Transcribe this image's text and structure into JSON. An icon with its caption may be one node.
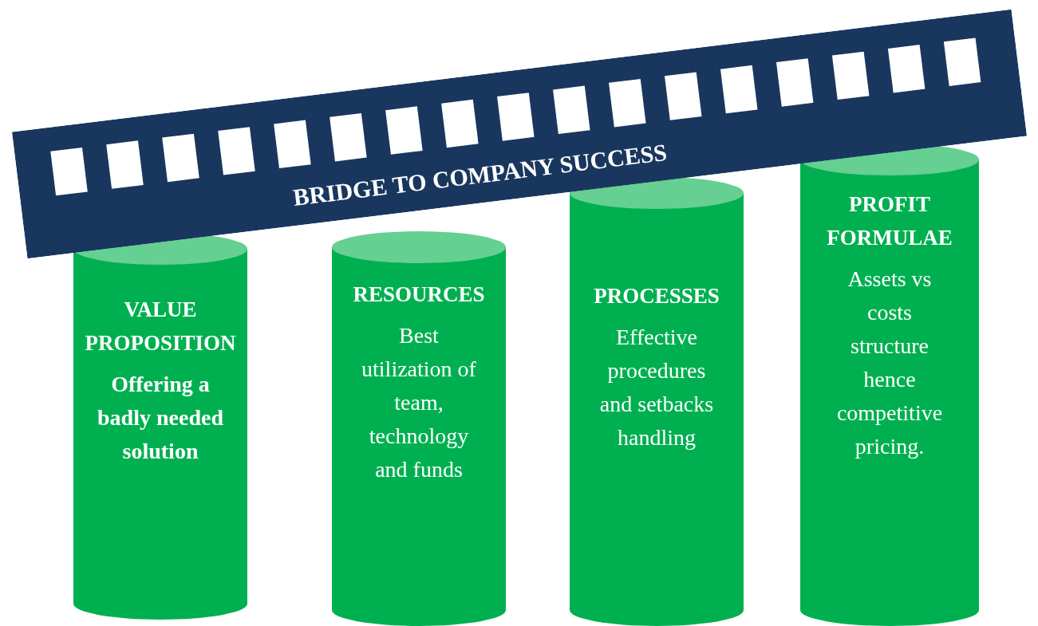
{
  "diagram": {
    "nodes": [
      {
        "text": [
          "BRIDGE TO COMPANY SUCCESS"
        ]
      },
      {
        "text": [
          "VALUE PROPOSITION",
          "Offering a badly needed solution"
        ]
      },
      {
        "text": [
          "RESOURCES",
          "Best utilization of team, technology and funds"
        ]
      },
      {
        "text": [
          "PROCESSES",
          "Effective procedures and setbacks handling"
        ]
      },
      {
        "text": [
          "PROFIT FORMULAE",
          "Assets vs costs structure hence competitive pricing."
        ]
      }
    ],
    "edges": []
  }
}
